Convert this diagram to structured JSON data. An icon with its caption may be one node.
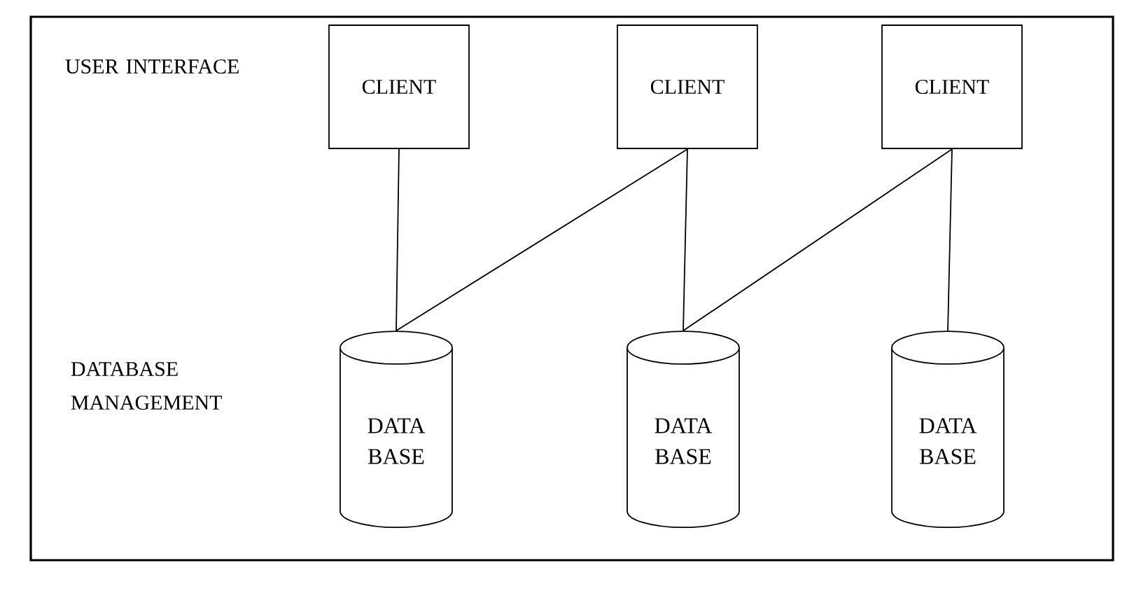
{
  "diagram": {
    "nodes": [
      {
        "text": [
          "CLIENT"
        ]
      },
      {
        "text": [
          "CLIENT"
        ]
      },
      {
        "text": [
          "CLIENT"
        ]
      },
      {
        "text": [
          "DATA BASE"
        ]
      },
      {
        "text": [
          "DATA BASE"
        ]
      },
      {
        "text": [
          "DATA BASE"
        ]
      }
    ],
    "edges": [
      {
        "from": 0,
        "to": 3,
        "arrow": "none"
      },
      {
        "from": 1,
        "to": 3,
        "arrow": "none"
      },
      {
        "from": 1,
        "to": 4,
        "arrow": "none"
      },
      {
        "from": 2,
        "to": 4,
        "arrow": "none"
      },
      {
        "from": 2,
        "to": 5,
        "arrow": "none"
      }
    ],
    "labels": [
      "USER INTERFACE",
      "DATABASE MANAGEMENT"
    ]
  }
}
